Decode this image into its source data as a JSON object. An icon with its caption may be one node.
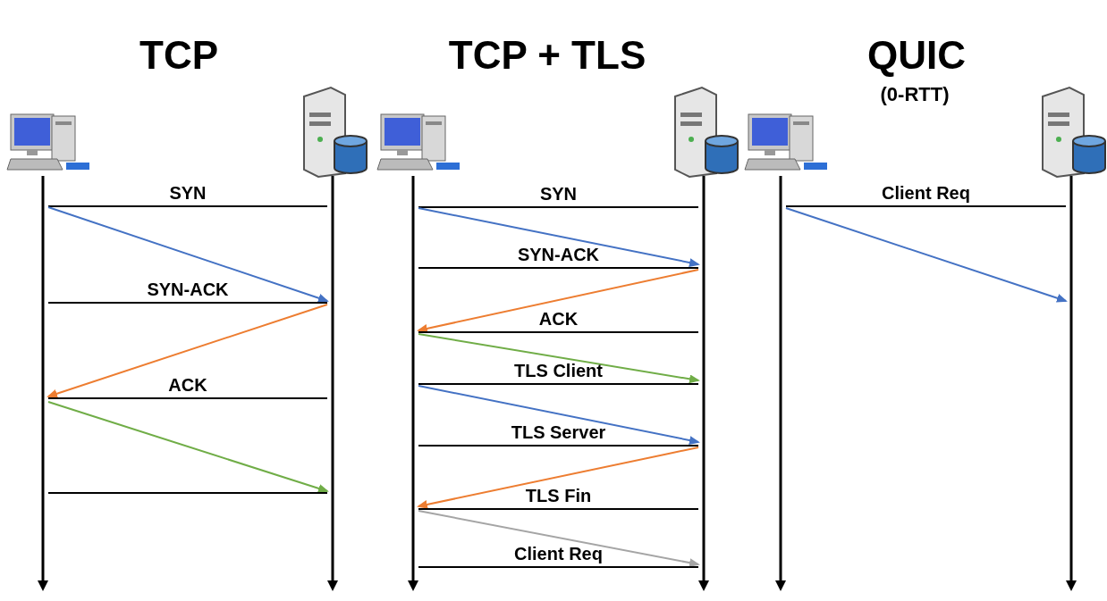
{
  "diagram": {
    "nodes": [
      {
        "text": [],
        "shape": "line"
      },
      {
        "text": [],
        "shape": "line"
      },
      {
        "text": [],
        "shape": "line"
      },
      {
        "text": [],
        "shape": "line"
      },
      {
        "text": [],
        "shape": "line"
      },
      {
        "text": [],
        "shape": "line"
      }
    ],
    "edges": [
      {
        "from": 0,
        "to": 1,
        "arrow": "none",
        "label": "SYN"
      },
      {
        "from": 0,
        "to": 1,
        "arrow": "to",
        "color": "#4472c4"
      },
      {
        "from": 0,
        "to": 1,
        "arrow": "none",
        "label": "SYN-ACK"
      },
      {
        "from": 1,
        "to": 0,
        "arrow": "to",
        "color": "#ed7d31"
      },
      {
        "from": 0,
        "to": 1,
        "arrow": "none",
        "label": "ACK"
      },
      {
        "from": 0,
        "to": 1,
        "arrow": "to",
        "color": "#70ad47"
      },
      {
        "from": 0,
        "to": 1,
        "arrow": "none"
      },
      {
        "from": 2,
        "to": 3,
        "arrow": "none",
        "label": "SYN"
      },
      {
        "from": 2,
        "to": 3,
        "arrow": "to",
        "color": "#4472c4"
      },
      {
        "from": 2,
        "to": 3,
        "arrow": "none",
        "label": "SYN-ACK"
      },
      {
        "from": 3,
        "to": 2,
        "arrow": "to",
        "color": "#ed7d31"
      },
      {
        "from": 2,
        "to": 3,
        "arrow": "none",
        "label": "ACK"
      },
      {
        "from": 2,
        "to": 3,
        "arrow": "to",
        "color": "#70ad47"
      },
      {
        "from": 2,
        "to": 3,
        "arrow": "none",
        "label": "TLS Client"
      },
      {
        "from": 2,
        "to": 3,
        "arrow": "to",
        "color": "#4472c4"
      },
      {
        "from": 2,
        "to": 3,
        "arrow": "none",
        "label": "TLS Server"
      },
      {
        "from": 3,
        "to": 2,
        "arrow": "to",
        "color": "#ed7d31"
      },
      {
        "from": 2,
        "to": 3,
        "arrow": "none",
        "label": "TLS Fin"
      },
      {
        "from": 2,
        "to": 3,
        "arrow": "to",
        "color": "#a5a5a5"
      },
      {
        "from": 2,
        "to": 3,
        "arrow": "none",
        "label": "Client Req"
      },
      {
        "from": 4,
        "to": 5,
        "arrow": "none",
        "label": "Client Req"
      },
      {
        "from": 4,
        "to": 5,
        "arrow": "to",
        "color": "#4472c4"
      }
    ],
    "labels": [
      "TCP",
      "TCP + TLS",
      "QUIC",
      "(0-RTT)"
    ]
  }
}
